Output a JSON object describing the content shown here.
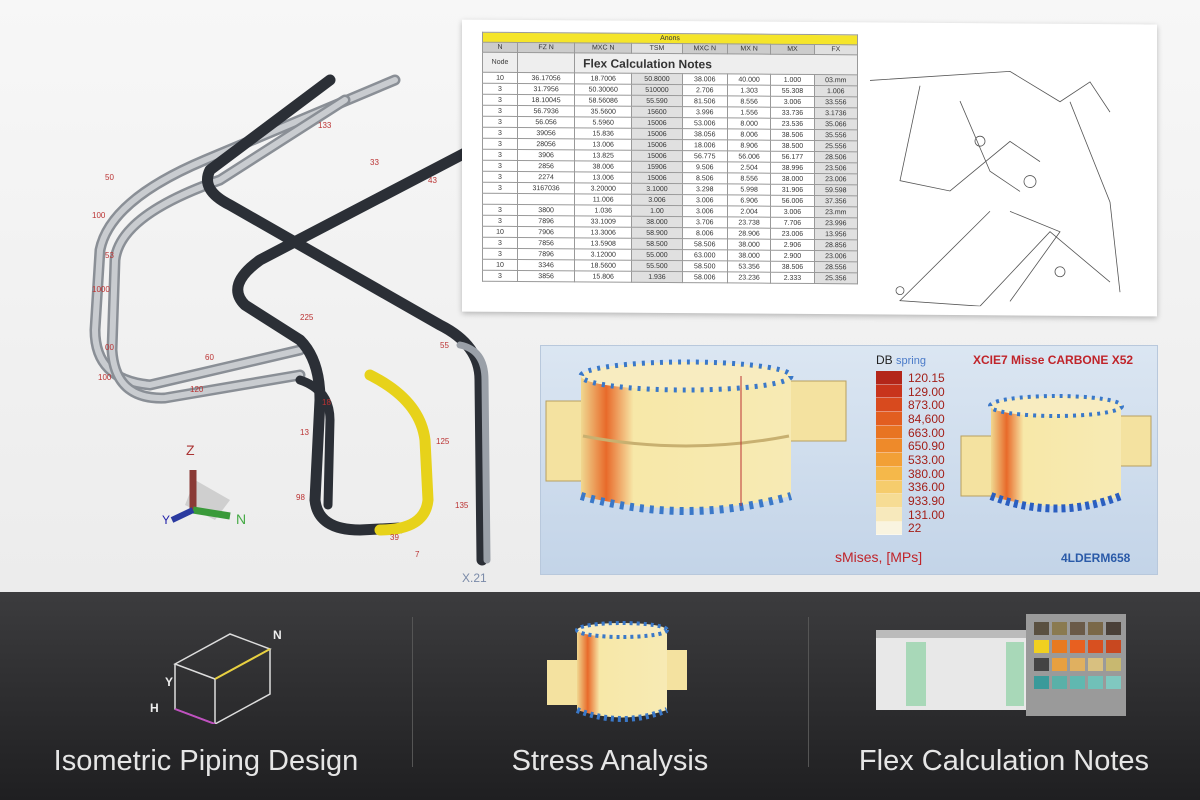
{
  "axes_triad": {
    "z": "Z",
    "y": "Y",
    "n": "N",
    "x_label": "X.21"
  },
  "pipe_labels": [
    "50",
    "100",
    "53",
    "1000",
    "00",
    "100",
    "120",
    "133",
    "33",
    "43",
    "55",
    "60",
    "225",
    "18",
    "13",
    "98",
    "125",
    "135",
    "39",
    "7"
  ],
  "table": {
    "banner": "Anons",
    "headers": [
      "N",
      "FZ N",
      "MXC N",
      "TSM",
      "MXC N",
      "MX N",
      "MX",
      "FX"
    ],
    "node_label": "Node",
    "title": "Flex Calculation Notes",
    "rows": [
      [
        "10",
        "36.17056",
        "18.7006",
        "50.8000",
        "38.006",
        "40.000",
        "1.000",
        "03.mm"
      ],
      [
        "3",
        "31.7956",
        "50.30060",
        "510000",
        "2.706",
        "1.303",
        "55.308",
        "1.006"
      ],
      [
        "3",
        "18.10045",
        "58.56086",
        "55.590",
        "81.506",
        "8.556",
        "3.006",
        "33.556"
      ],
      [
        "3",
        "56.7936",
        "35.5600",
        "15600",
        "3.996",
        "1.556",
        "33.736",
        "3.1736"
      ],
      [
        "3",
        "56.056",
        "5.5960",
        "15006",
        "53.006",
        "8.000",
        "23.536",
        "35.066"
      ],
      [
        "3",
        "39056",
        "15.836",
        "15006",
        "38.056",
        "8.006",
        "38.506",
        "35.556"
      ],
      [
        "3",
        "28056",
        "13.006",
        "15006",
        "18.006",
        "8.906",
        "38.500",
        "25.556"
      ],
      [
        "3",
        "3906",
        "13.825",
        "15006",
        "56.775",
        "56.006",
        "56.177",
        "28.506"
      ],
      [
        "3",
        "2856",
        "38.006",
        "15906",
        "9.506",
        "2.504",
        "38.996",
        "23.506"
      ],
      [
        "3",
        "2274",
        "13.006",
        "15006",
        "8.506",
        "8.556",
        "38.000",
        "23.006"
      ],
      [
        "3",
        "3167036",
        "3.20000",
        "3.1000",
        "3.298",
        "5.998",
        "31.906",
        "59.598"
      ],
      [
        "",
        "",
        "11.006",
        "3.006",
        "3.006",
        "6.906",
        "56.006",
        "37.356"
      ],
      [
        "3",
        "3800",
        "1.036",
        "1.00",
        "3.006",
        "2.004",
        "3.006",
        "23.mm"
      ],
      [
        "3",
        "7896",
        "33.1009",
        "38.000",
        "3.706",
        "23.738",
        "7.706",
        "23.996"
      ],
      [
        "10",
        "7906",
        "13.3006",
        "58.900",
        "8.006",
        "28.906",
        "23.006",
        "13.956"
      ],
      [
        "3",
        "7856",
        "13.5908",
        "58.500",
        "58.506",
        "38.000",
        "2.906",
        "28.856"
      ],
      [
        "3",
        "7896",
        "3.12000",
        "55.000",
        "63.000",
        "38.000",
        "2.900",
        "23.006"
      ],
      [
        "10",
        "3346",
        "18.5600",
        "55.500",
        "58.500",
        "53.356",
        "38.506",
        "28.556"
      ],
      [
        "3",
        "3856",
        "15.806",
        "1.936",
        "58.006",
        "23.236",
        "2.333",
        "25.356"
      ]
    ]
  },
  "stress": {
    "legend_title_a": "DB",
    "legend_title_b": "spring",
    "material": "XCIE7 Misse CARBONE X52",
    "units": "sMises, [MPs]",
    "code": "4LDERM658",
    "legend_values": [
      "120.15",
      "129.00",
      "873.00",
      "84,600",
      "663.00",
      "650.90",
      "533.00",
      "380.00",
      "336.00",
      "933.90",
      "131.00",
      "22"
    ],
    "legend_colors": [
      "#b3261a",
      "#c8341c",
      "#d84a1e",
      "#e25e20",
      "#e87422",
      "#ee8a2a",
      "#f2a036",
      "#f5b84a",
      "#f6cc6c",
      "#f6dc94",
      "#f7e9bc",
      "#f9f4e0"
    ]
  },
  "features": [
    {
      "label": "Isometric Piping Design"
    },
    {
      "label": "Stress Analysis"
    },
    {
      "label": "Flex Calculation Notes"
    }
  ],
  "icon_labels": {
    "n": "N",
    "y": "Y",
    "h": "H"
  }
}
